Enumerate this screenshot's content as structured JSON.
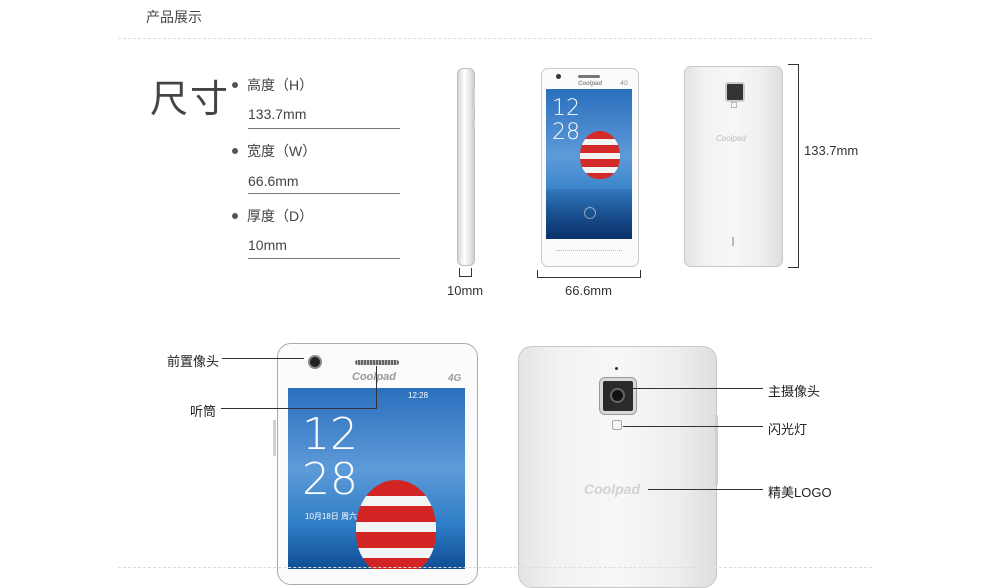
{
  "section_title": "产品展示",
  "size_heading": "尺寸",
  "specs": [
    {
      "label": "高度（H）",
      "value": "133.7mm"
    },
    {
      "label": "宽度（W）",
      "value": "66.6mm"
    },
    {
      "label": "厚度（D）",
      "value": "10mm"
    }
  ],
  "dimensions": {
    "depth": "10mm",
    "width": "66.6mm",
    "height": "133.7mm"
  },
  "phone": {
    "brand": "Coolpad",
    "network": "4G",
    "time_small": "12:28",
    "clock_hour": "12",
    "clock_min": "28",
    "date": "10月18日 周六"
  },
  "callouts_front": {
    "front_camera": "前置像头",
    "earpiece": "听筒"
  },
  "callouts_back": {
    "main_camera": "主摄像头",
    "flash": "闪光灯",
    "logo": "精美LOGO"
  }
}
